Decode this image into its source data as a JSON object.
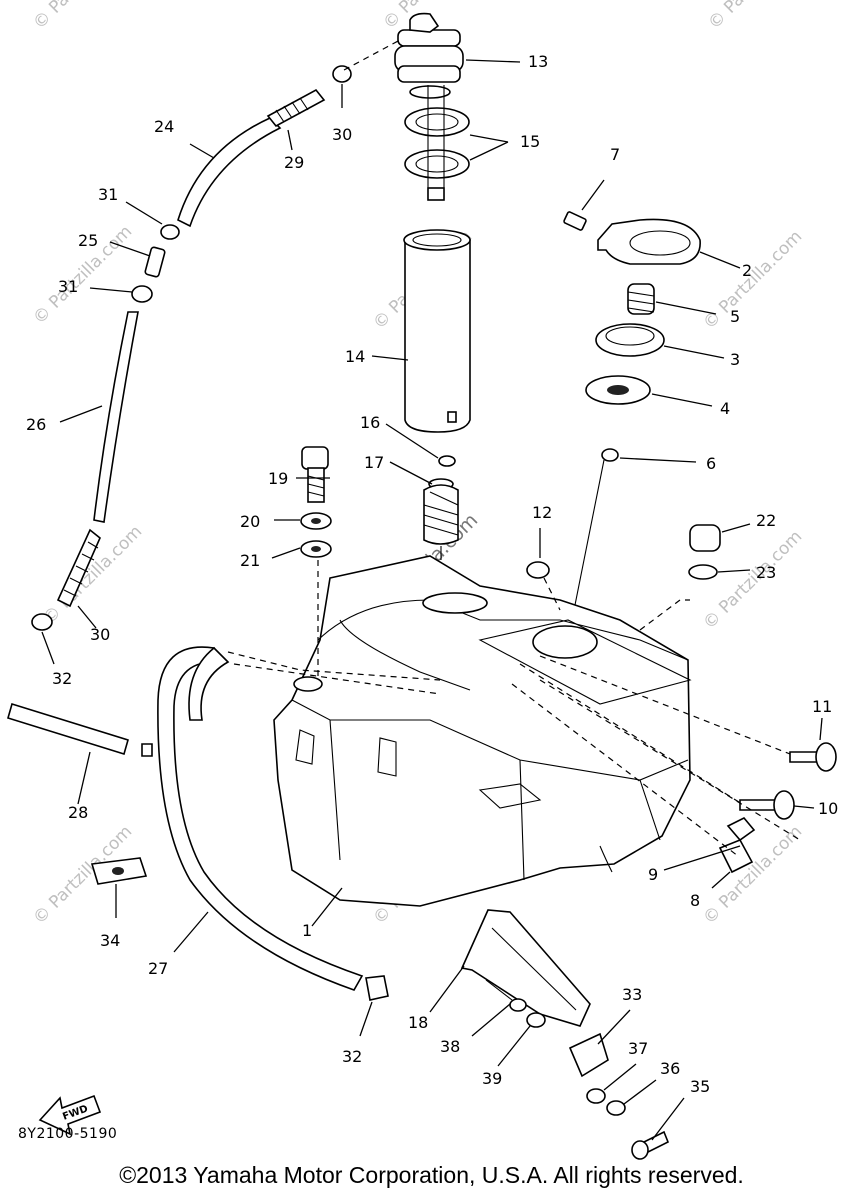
{
  "watermark": "© Partzilla.com",
  "fwd_label": "FWD",
  "diagram_code": "8Y2100-5190",
  "copyright": "©2013 Yamaha Motor Corporation, U.S.A. All rights reserved.",
  "callouts": [
    "1",
    "2",
    "3",
    "4",
    "5",
    "6",
    "7",
    "8",
    "9",
    "10",
    "11",
    "12",
    "13",
    "14",
    "15",
    "16",
    "17",
    "18",
    "19",
    "20",
    "21",
    "22",
    "23",
    "24",
    "25",
    "26",
    "27",
    "28",
    "29",
    "30",
    "31",
    "31",
    "32",
    "32",
    "32",
    "33",
    "34",
    "35",
    "36",
    "37",
    "38",
    "39"
  ]
}
